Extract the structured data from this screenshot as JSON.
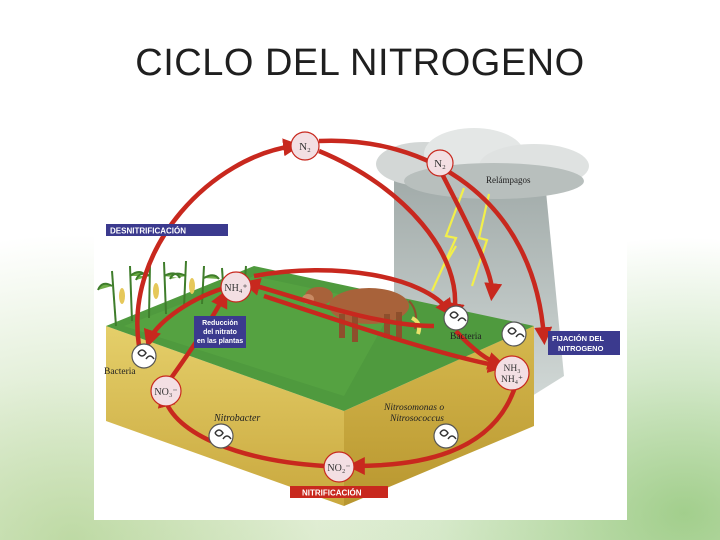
{
  "title": "CICLO DEL NITROGENO",
  "diagram": {
    "nodes": {
      "n2_top": "N₂",
      "n2_cloud": "N₂",
      "nh4_plant": "NH₄⁺",
      "no3": "NO₃⁻",
      "nh3_nh4": [
        "NH₃",
        "NH₄⁺"
      ],
      "no2": "NO₂⁻"
    },
    "labels": {
      "relampagos": "Relámpagos",
      "bacteria_left": "Bacteria",
      "bacteria_right": "Bacteria",
      "nitrobacter": "Nitrobacter",
      "nitrosomonas": [
        "Nitrosomonas o",
        "Nitrosococcus"
      ]
    },
    "banners": {
      "desnitrificacion": "DESNITRIFICACIÓN",
      "fijacion": [
        "FIJACIÓN DEL",
        "NITROGENO"
      ],
      "nitrificacion": "NITRIFICACIÓN",
      "reduccion": [
        "Reducción",
        "del nitrato",
        "en las plantas"
      ]
    },
    "colors": {
      "arrow": "#c8281e",
      "banner_blue": "#3b3a8e",
      "banner_red": "#c8281e",
      "node_fill": "#f3dfe3",
      "soil": "#d9bf55",
      "grass": "#4f9a3e"
    }
  }
}
